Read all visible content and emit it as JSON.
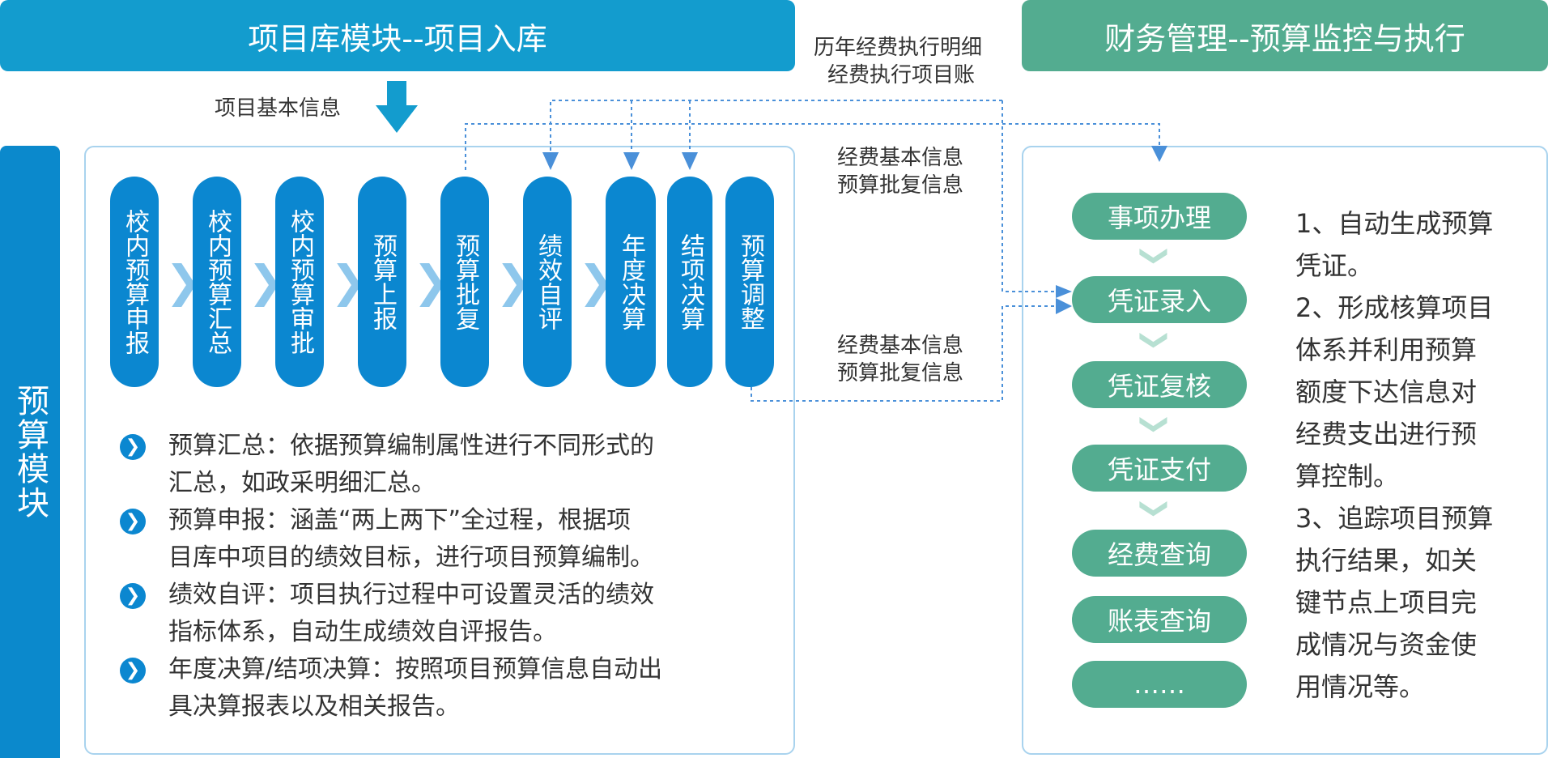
{
  "header": {
    "left_title": "项目库模块--项目入库",
    "right_title": "财务管理--预算监控与执行"
  },
  "sidebar": {
    "label": "预算模块"
  },
  "labels": {
    "project_basic_info": "项目基本信息",
    "history_line1": "历年经费执行明细",
    "history_line2": "经费执行项目账",
    "fund_info_a_line1": "经费基本信息",
    "fund_info_a_line2": "预算批复信息",
    "fund_info_b_line1": "经费基本信息",
    "fund_info_b_line2": "预算批复信息"
  },
  "steps": [
    "校内预算申报",
    "校内预算汇总",
    "校内预算审批",
    "预算上报",
    "预算批复",
    "绩效自评",
    "年度决算",
    "结项决算",
    "预算调整"
  ],
  "descriptions": [
    {
      "line1": "预算汇总：依据预算编制属性进行不同形式的",
      "line2": "汇总，如政采明细汇总。"
    },
    {
      "line1": "预算申报：涵盖“两上两下”全过程，根据项",
      "line2": "目库中项目的绩效目标，进行项目预算编制。"
    },
    {
      "line1": "绩效自评：项目执行过程中可设置灵活的绩效",
      "line2": "指标体系，自动生成绩效自评报告。"
    },
    {
      "line1": "年度决算/结项决算：按照项目预算信息自动出",
      "line2": "具决算报表以及相关报告。"
    }
  ],
  "finance_steps": [
    "事项办理",
    "凭证录入",
    "凭证复核",
    "凭证支付",
    "经费查询",
    "账表查询",
    "……"
  ],
  "notes": [
    "1、自动生成预算",
    "凭证。",
    "2、形成核算项目",
    "体系并利用预算",
    "额度下达信息对",
    "经费支出进行预",
    "算控制。",
    "3、追踪项目预算",
    "执行结果，如关",
    "键节点上项目完",
    "成情况与资金使",
    "用情况等。"
  ],
  "colors": {
    "blue_header": "#139cce",
    "green_header": "#53ac90",
    "blue_pill": "#0b87d0",
    "green_pill": "#53ac90",
    "panel_border": "#a9d3ee",
    "connector": "#4a90d9"
  }
}
